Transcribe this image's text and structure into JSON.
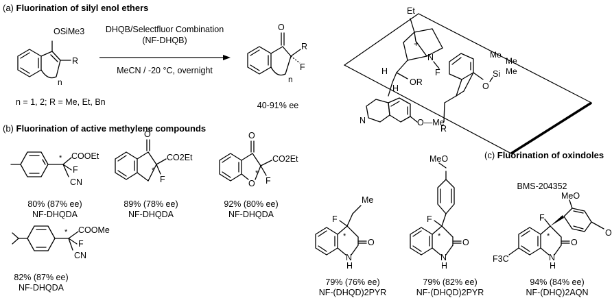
{
  "sections": {
    "a": {
      "letter": "(a) ",
      "title": "Fluorination of silyl enol ethers"
    },
    "b": {
      "letter": "(b) ",
      "title": "Fluorination of active methylene compounds"
    },
    "c": {
      "letter": "(c) ",
      "title": "Fluorination of oxindoles"
    }
  },
  "reaction_a": {
    "substrate_group": "OSiMe3",
    "substituent": "R",
    "ring_index": "n",
    "reagent_line1": "DHQB/Selectfluor Combination",
    "reagent_line2": "(NF-DHQB)",
    "conditions": "MeCN / -20 °C, overnight",
    "scope": "n = 1, 2; R = Me, Et, Bn",
    "product_o": "O",
    "product_r": "R",
    "product_f": "F",
    "product_n": "n",
    "ee": "40-91% ee"
  },
  "model": {
    "et": "Et",
    "plus": "+",
    "n_plus": "N",
    "f": "F",
    "h1": "H",
    "or": "OR",
    "h2": "H",
    "me1": "Me",
    "me2": "Me",
    "me3": "Me",
    "si": "Si",
    "o": "O",
    "n_ring": "N",
    "ome": "O—Me",
    "r": "R"
  },
  "compounds_b": [
    {
      "yield": "80% (87% ee)",
      "catalyst": "NF-DHQDA",
      "ester": "COOEt",
      "f": "F",
      "cn": "CN",
      "star": "*"
    },
    {
      "yield": "89% (78% ee)",
      "catalyst": "NF-DHQDA",
      "o": "O",
      "ester": "CO2Et",
      "f": "F",
      "star": "*"
    },
    {
      "yield": "92% (80% ee)",
      "catalyst": "NF-DHQDA",
      "o": "O",
      "ring_o": "O",
      "ester": "CO2Et",
      "f": "F",
      "star": "*"
    },
    {
      "yield": "82% (87% ee)",
      "catalyst": "NF-DHQDA",
      "ester": "COOMe",
      "f": "F",
      "cn": "CN",
      "star": "*"
    }
  ],
  "compounds_c": [
    {
      "yield": "79% (76% ee)",
      "catalyst": "NF-(DHQD)2PYR",
      "me": "Me",
      "f": "F",
      "o": "O",
      "nh": "N",
      "h": "H",
      "star": "*"
    },
    {
      "yield": "79% (82% ee)",
      "catalyst": "NF-(DHQD)2PYR",
      "meo": "MeO",
      "f": "F",
      "o": "O",
      "nh": "N",
      "h": "H",
      "star": "*"
    },
    {
      "name": "BMS-204352",
      "yield": "94% (84% ee)",
      "catalyst": "NF-(DHQ)2AQN",
      "meo": "MeO",
      "f": "F",
      "o": "O",
      "nh": "N",
      "h": "H",
      "cf3": "F3C",
      "o_cut": "O",
      "star": "*"
    }
  ]
}
